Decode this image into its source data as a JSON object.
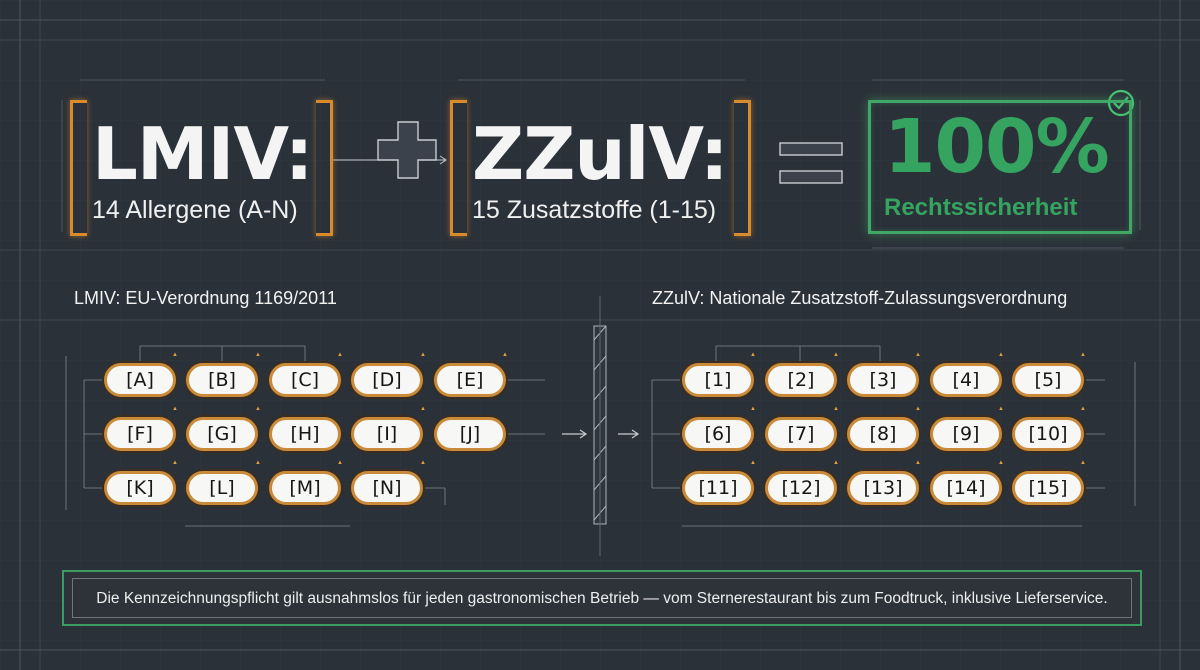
{
  "header": {
    "lmiv_title": "LMIV:",
    "lmiv_subtitle": "14 Allergene (A-N)",
    "zzulv_title": "ZZulV:",
    "zzulv_subtitle": "15 Zusatzstoffe (1-15)",
    "result_title": "100%",
    "result_subtitle": "Rechtssicherheit"
  },
  "sections": {
    "lmiv_heading": "LMIV: EU-Verordnung 1169/2011",
    "zzulv_heading": "ZZulV: Nationale Zusatzstoff-Zulassungsverordnung"
  },
  "allergens": [
    "[A]",
    "[B]",
    "[C]",
    "[D]",
    "[E]",
    "[F]",
    "[G]",
    "[H]",
    "[I]",
    "[J]",
    "[K]",
    "[L]",
    "[M]",
    "[N]"
  ],
  "additives": [
    "[1]",
    "[2]",
    "[3]",
    "[4]",
    "[5]",
    "[6]",
    "[7]",
    "[8]",
    "[9]",
    "[10]",
    "[11]",
    "[12]",
    "[13]",
    "[14]",
    "[15]"
  ],
  "footer": {
    "note": "Die Kennzeichnungspflicht gilt ausnahmslos für jeden gastronomischen Betrieb — vom Sternerestaurant bis zum Foodtruck, inklusive Lieferservice."
  },
  "colors": {
    "background": "#2b3139",
    "accent_orange": "#d88a2c",
    "accent_green": "#35a460",
    "text": "#f2f2f2"
  },
  "icons": {
    "plus": "plus-icon",
    "equals": "equals-icon",
    "check": "check-circle-icon",
    "warning": "warning-triangle-icon",
    "arrow": "arrow-right-icon"
  }
}
